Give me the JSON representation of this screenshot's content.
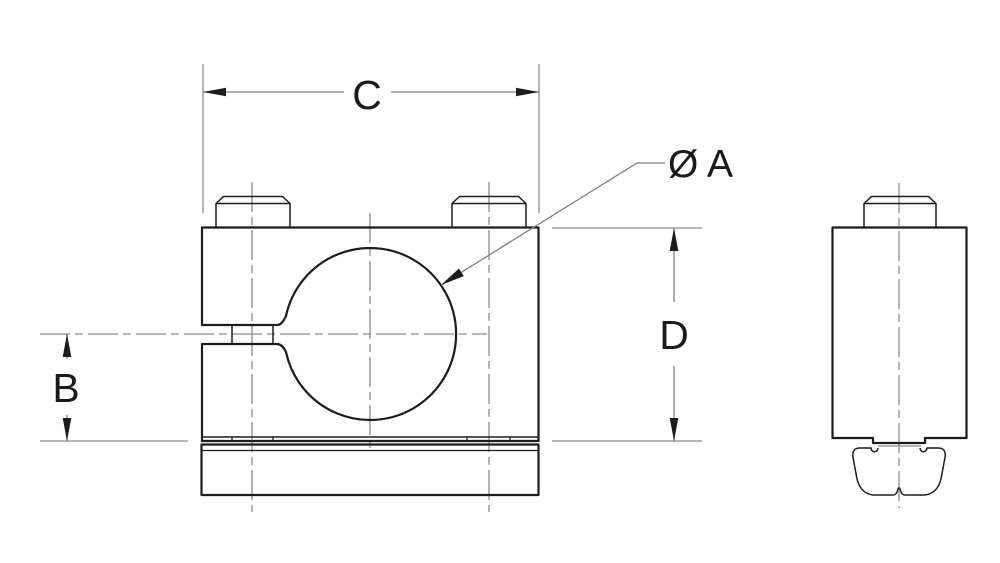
{
  "labels": {
    "dim_c": "C",
    "dim_b": "B",
    "dim_d": "D",
    "diameter": "Ø A"
  },
  "colors": {
    "background": "#ffffff",
    "object_line": "#1c1c1c",
    "centerline": "#8c8c8c",
    "dimension_line": "#7f7f7f",
    "text": "#1a1a1a"
  }
}
